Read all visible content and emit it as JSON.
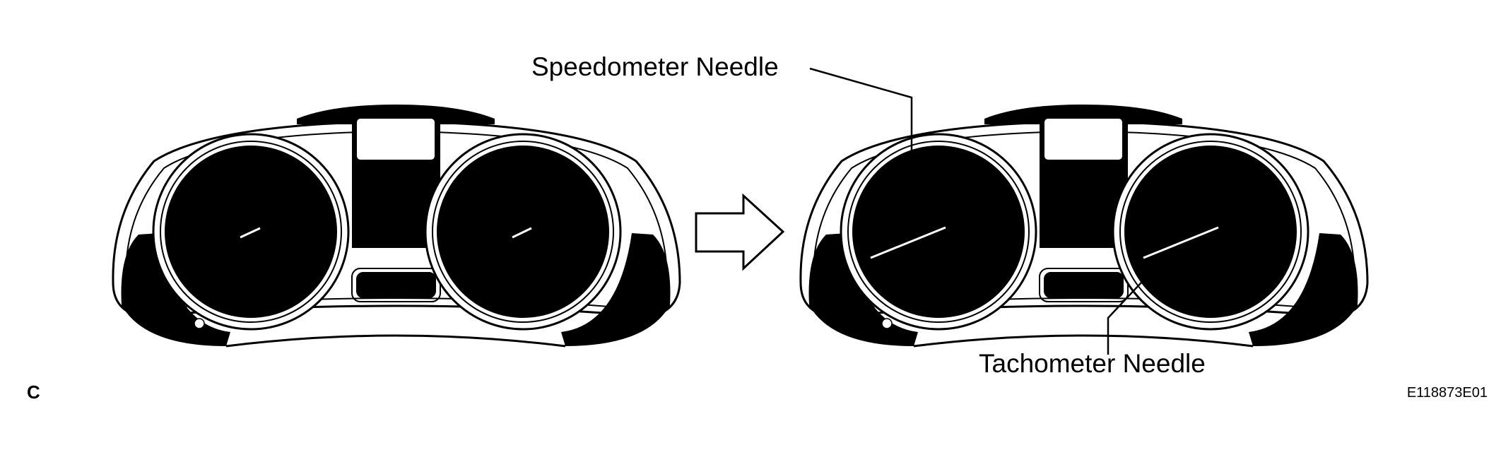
{
  "labels": {
    "speedometer_needle": "Speedometer Needle",
    "tachometer_needle": "Tachometer Needle",
    "corner_letter": "C",
    "figure_code": "E118873E01"
  },
  "icons": {
    "transition": "right-arrow-icon"
  },
  "colors": {
    "ink": "#000000",
    "paper": "#ffffff"
  }
}
